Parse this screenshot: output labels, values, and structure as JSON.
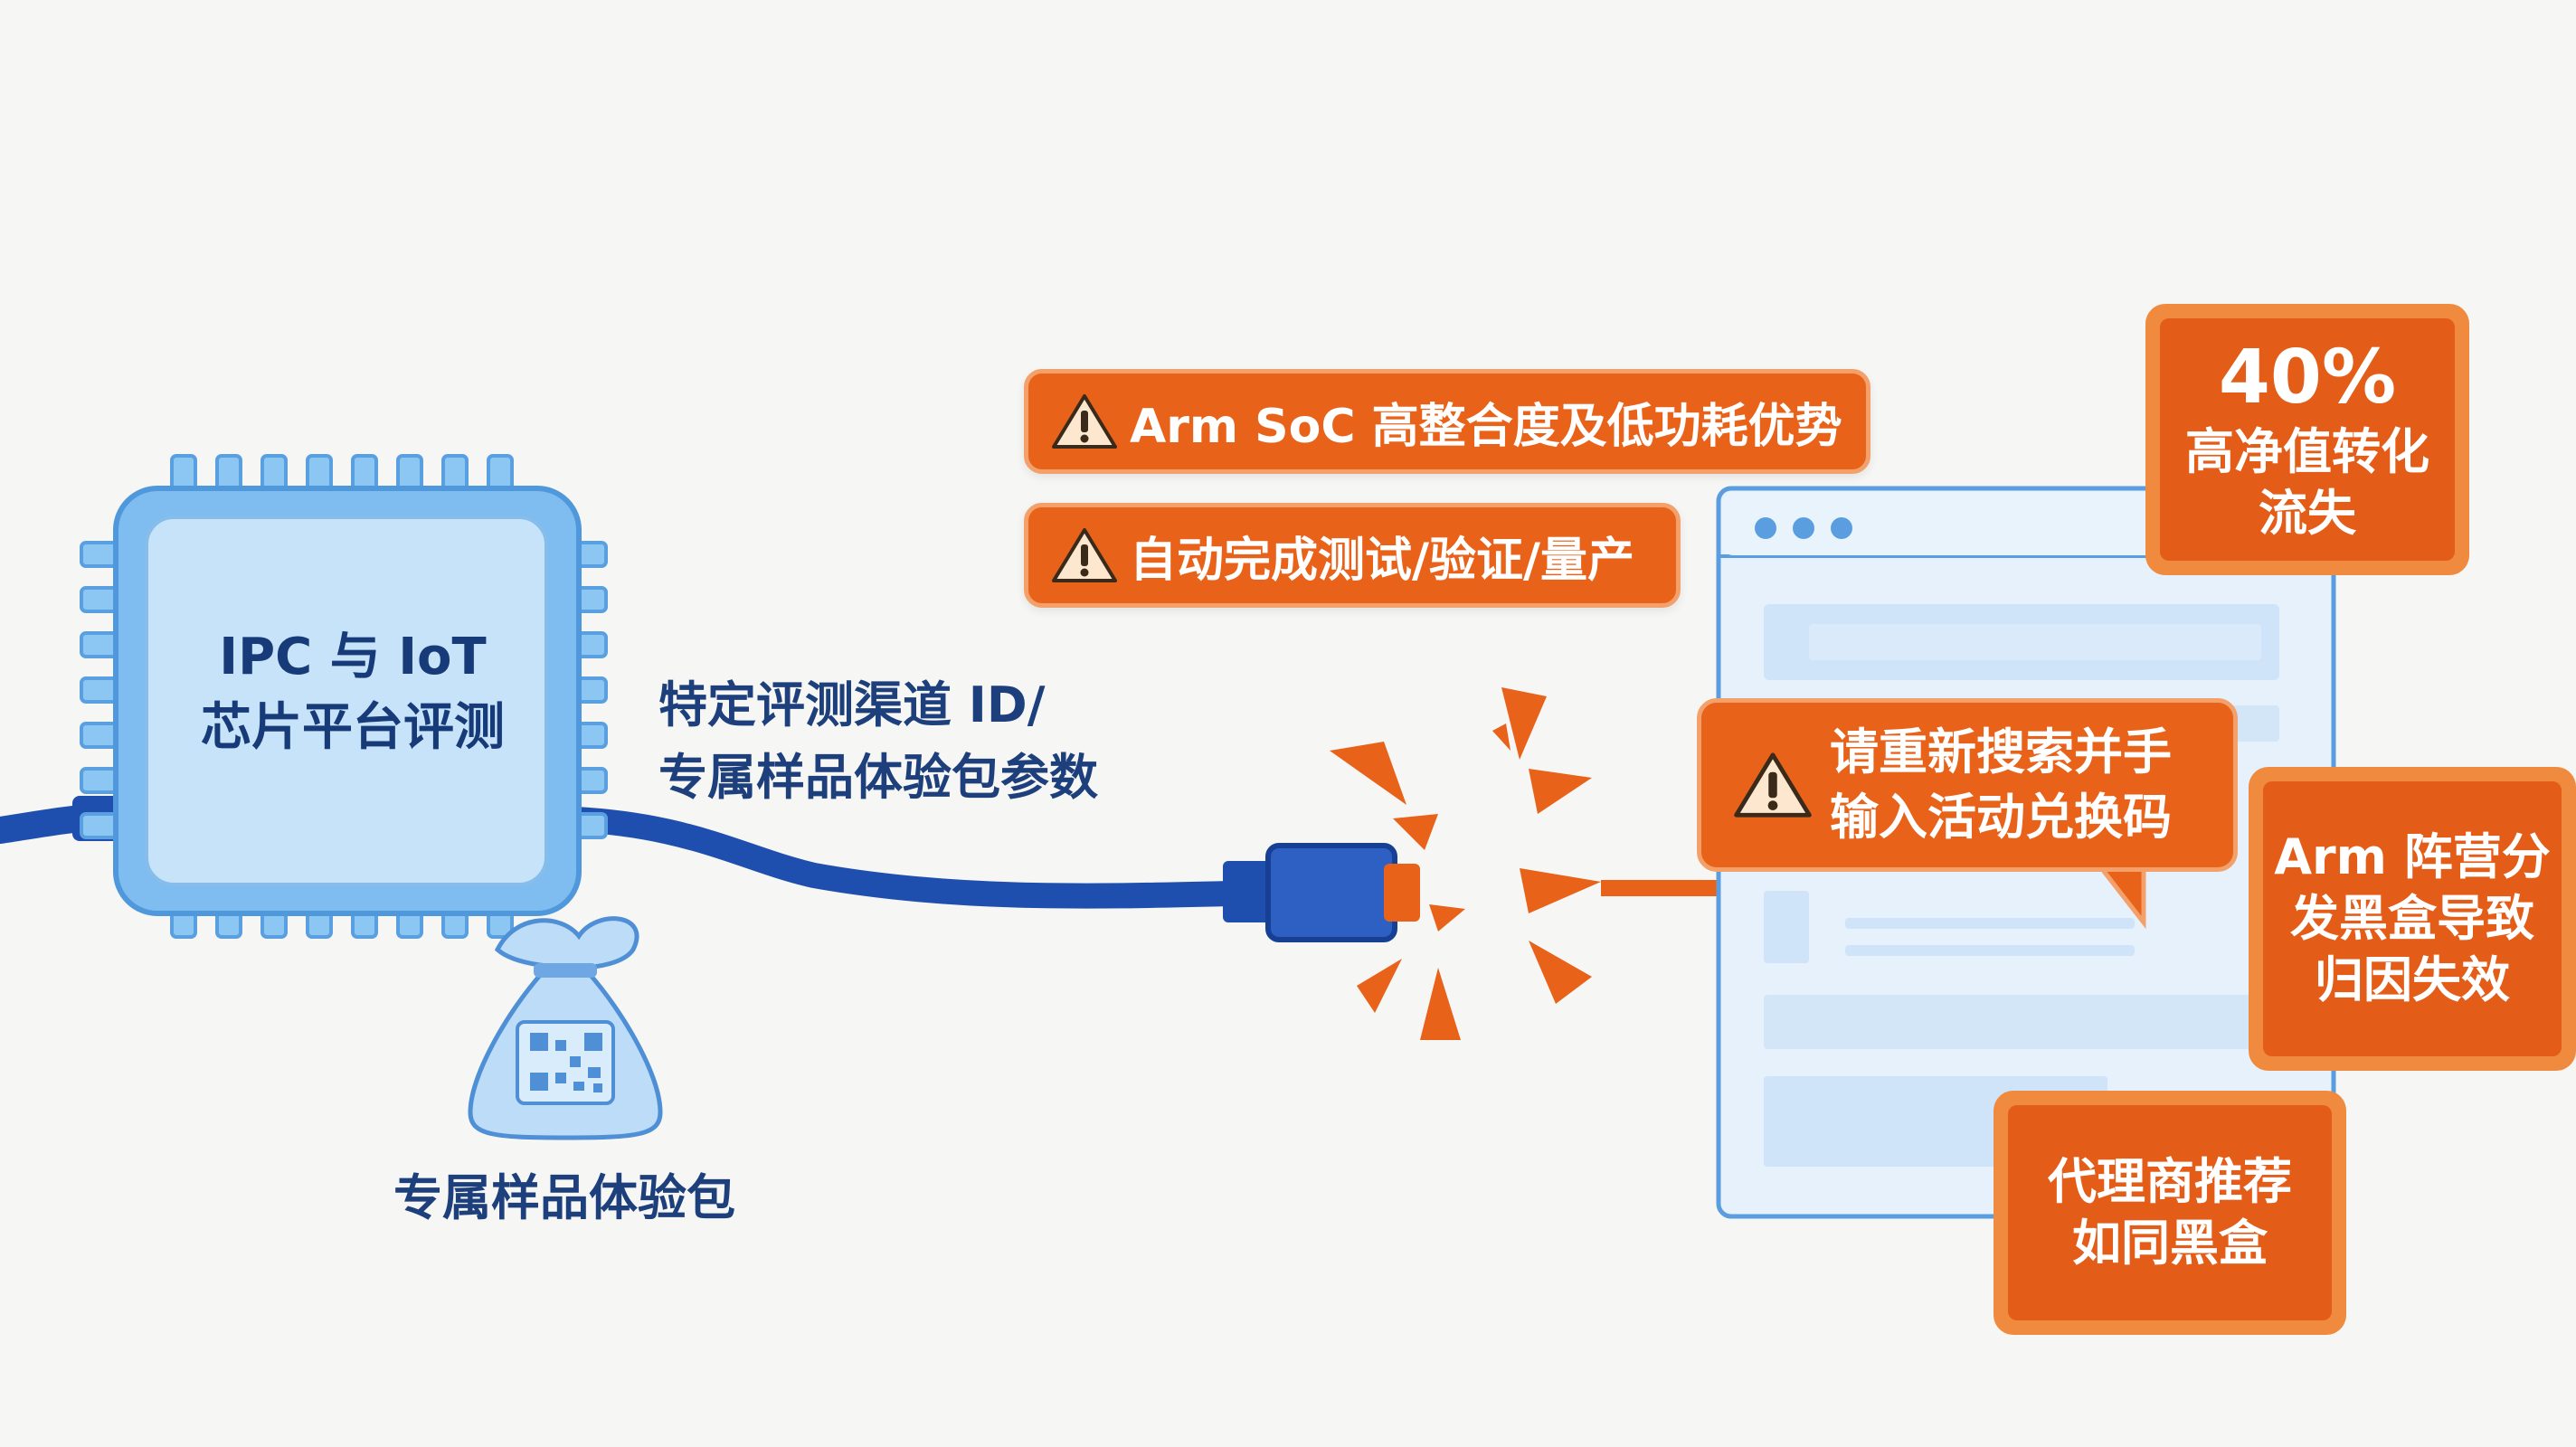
{
  "chip": {
    "line1": "IPC 与 IoT",
    "line2": "芯片平台评测"
  },
  "cable_label": {
    "line1": "特定评测渠道 ID/",
    "line2": "专属样品体验包参数"
  },
  "bag_label": "专属样品体验包",
  "warnings": {
    "top": "Arm SoC 高整合度及低功耗优势",
    "middle": "自动完成测试/验证/量产"
  },
  "callout": {
    "line1": "请重新搜索并手",
    "line2": "输入活动兑换码"
  },
  "badges": {
    "conversion": {
      "big": "40%",
      "line1": "高净值转化",
      "line2": "流失"
    },
    "arm": {
      "line1": "Arm 阵营分",
      "line2": "发黑盒导致",
      "line3": "归因失效"
    },
    "agent": {
      "line1": "代理商推荐",
      "line2": "如同黑盒"
    }
  },
  "colors": {
    "chip_blue": "#7fbcef",
    "cable_blue": "#1f4fae",
    "alert_orange": "#e8621a",
    "badge_border": "#f08a3e"
  },
  "icons": [
    "warning-icon",
    "chip-icon",
    "sample-bag-icon",
    "qr-code-icon",
    "browser-window-icon",
    "broken-connection-icon"
  ]
}
